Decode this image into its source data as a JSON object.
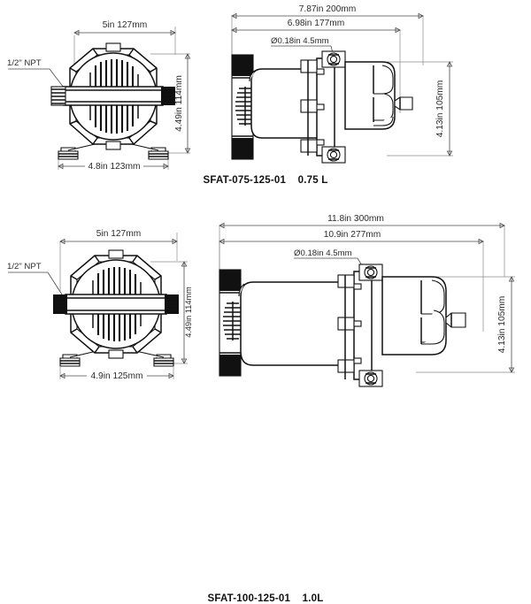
{
  "document": {
    "kind": "dimensional-drawing",
    "title": "Accumulator Tank Pump Dimensional Drawing",
    "units_note": "in / mm"
  },
  "drawings": [
    {
      "id": "sfat-075",
      "caption": "SFAT-075-125-01    0.75 L",
      "model": "SFAT-075-125-01",
      "capacity": "0.75 L",
      "front_view": {
        "dims": {
          "top": "5in 127mm",
          "right": "4.49in 114mm",
          "bottom": "4.8in 123mm"
        },
        "callout": "1/2\" NPT"
      },
      "side_view": {
        "dims": {
          "top_outer": "7.87in 200mm",
          "top_inner": "6.98in 177mm",
          "right": "4.13in 105mm"
        },
        "callout": "Ø0.18in 4.5mm"
      }
    },
    {
      "id": "sfat-100",
      "caption": "SFAT-100-125-01    1.0L",
      "model": "SFAT-100-125-01",
      "capacity": "1.0L",
      "front_view": {
        "dims": {
          "top": "5in 127mm",
          "right": "4.49in  114mm",
          "bottom": "4.9in 125mm"
        },
        "callout": "1/2\" NPT"
      },
      "side_view": {
        "dims": {
          "top_outer": "11.8in 300mm",
          "top_inner": "10.9in 277mm",
          "right": "4.13in 105mm"
        },
        "callout": "Ø0.18in 4.5mm"
      }
    }
  ],
  "colors": {
    "ink": "#111111",
    "dimension_line": "#4a4a4a",
    "extension_line": "#8a8a8a",
    "background": "#ffffff"
  }
}
